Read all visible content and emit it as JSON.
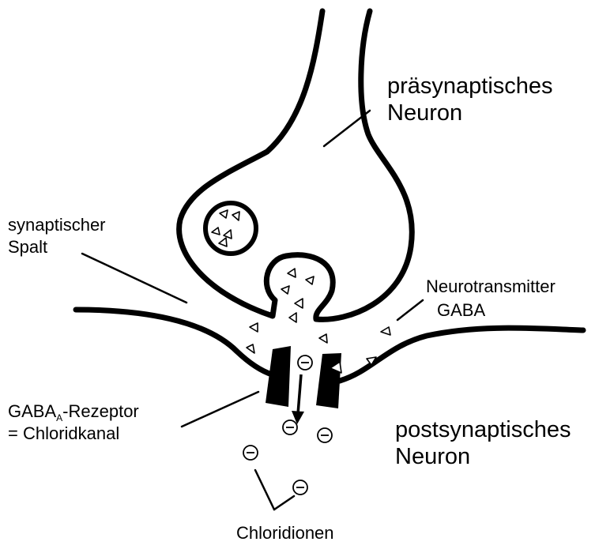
{
  "labels": {
    "presynaptic_line1": "präsynaptisches",
    "presynaptic_line2": "Neuron",
    "synaptic_gap_line1": "synaptischer",
    "synaptic_gap_line2": "Spalt",
    "neurotransmitter_line1": "Neurotransmitter",
    "neurotransmitter_line2": "GABA",
    "receptor_prefix": "GABA",
    "receptor_subscript": "A",
    "receptor_suffix": "-Rezeptor",
    "receptor_line2": "= Chloridkanal",
    "postsynaptic_line1": "postsynaptisches",
    "postsynaptic_line2": "Neuron",
    "chloride_ions": "Chloridionen",
    "ion_symbol": "−"
  }
}
